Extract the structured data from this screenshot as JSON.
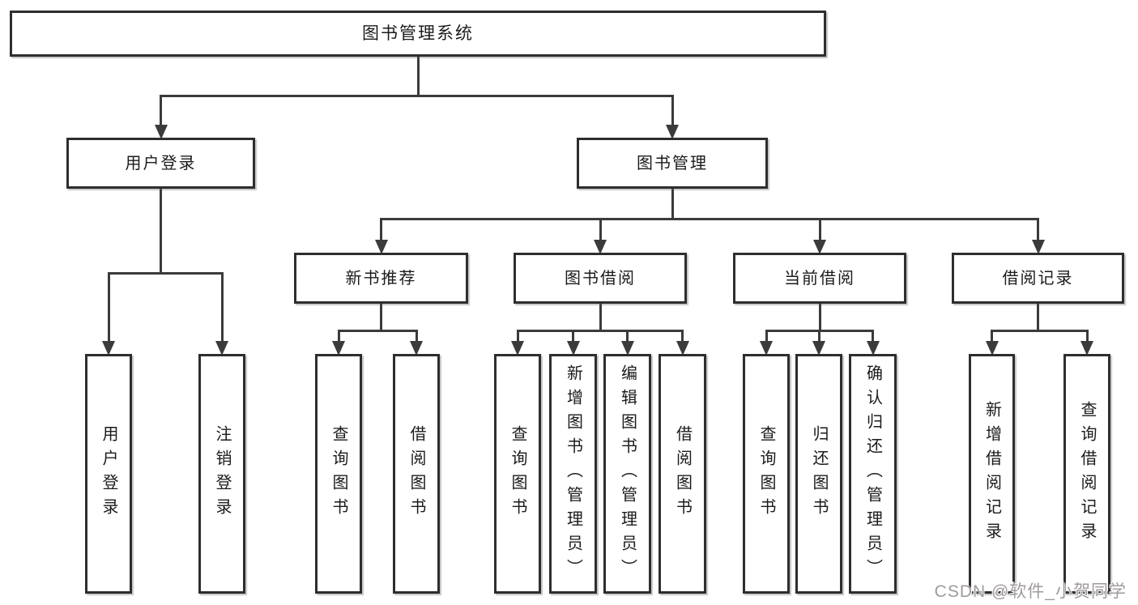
{
  "tree": {
    "id": "root",
    "label": "图书管理系统",
    "children": [
      {
        "id": "user-login",
        "label": "用户登录",
        "children": [
          {
            "id": "leaf-user-login",
            "label": "用户登录"
          },
          {
            "id": "leaf-logout-login",
            "label": "注销登录"
          }
        ]
      },
      {
        "id": "book-mgmt",
        "label": "图书管理",
        "children": [
          {
            "id": "new-book-rec",
            "label": "新书推荐",
            "children": [
              {
                "id": "leaf-query-book-1",
                "label": "查询图书"
              },
              {
                "id": "leaf-borrow-book-1",
                "label": "借阅图书"
              }
            ]
          },
          {
            "id": "book-borrow",
            "label": "图书借阅",
            "children": [
              {
                "id": "leaf-query-book-2",
                "label": "查询图书"
              },
              {
                "id": "leaf-add-book",
                "label": "新增图书（管理员）"
              },
              {
                "id": "leaf-edit-book",
                "label": "编辑图书（管理员）"
              },
              {
                "id": "leaf-borrow-book-2",
                "label": "借阅图书"
              }
            ]
          },
          {
            "id": "current-borrow",
            "label": "当前借阅",
            "children": [
              {
                "id": "leaf-query-book-3",
                "label": "查询图书"
              },
              {
                "id": "leaf-return-book",
                "label": "归还图书"
              },
              {
                "id": "leaf-confirm-return",
                "label": "确认归还（管理员）"
              }
            ]
          },
          {
            "id": "borrow-records",
            "label": "借阅记录",
            "children": [
              {
                "id": "leaf-add-borrow-record",
                "label": "新增借阅记录"
              },
              {
                "id": "leaf-query-borrow-record",
                "label": "查询借阅记录"
              }
            ]
          }
        ]
      }
    ]
  },
  "watermark": "CSDN @软件_小贺同学",
  "colors": {
    "line": "#3b3b3b",
    "box_border": "#2e2e2e",
    "text": "#1b1b1b",
    "background": "#ffffff",
    "watermark": "#a09a9c"
  }
}
